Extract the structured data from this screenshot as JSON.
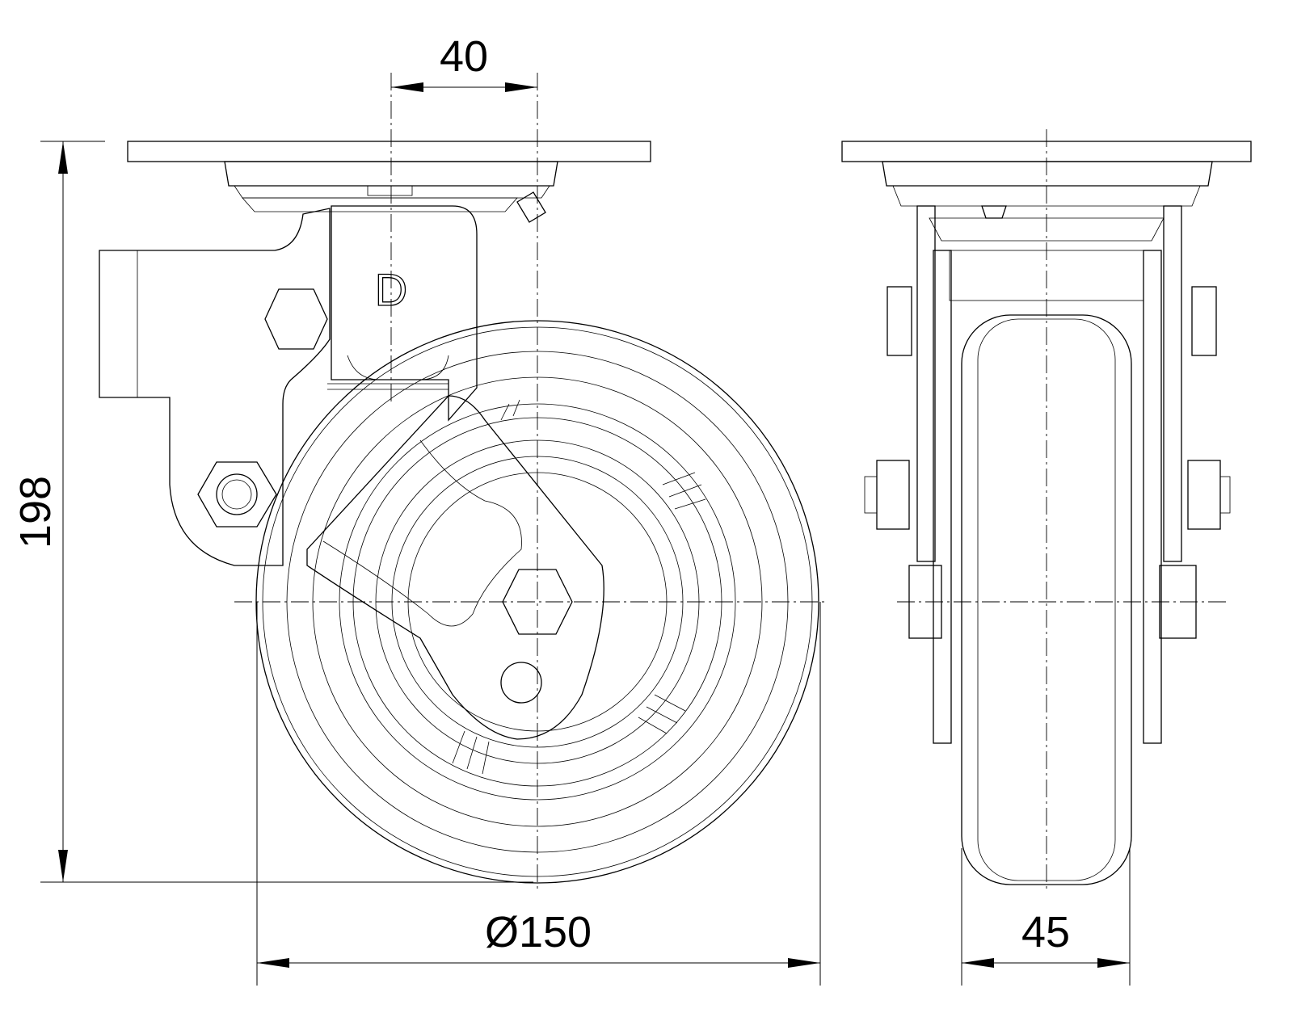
{
  "drawing": {
    "title": "Swivel castor with shock absorber - technical drawing",
    "dimensions": {
      "offset": "40",
      "height": "198",
      "wheel_diameter": "Ø150",
      "wheel_width": "45"
    },
    "logo_text": "D"
  }
}
